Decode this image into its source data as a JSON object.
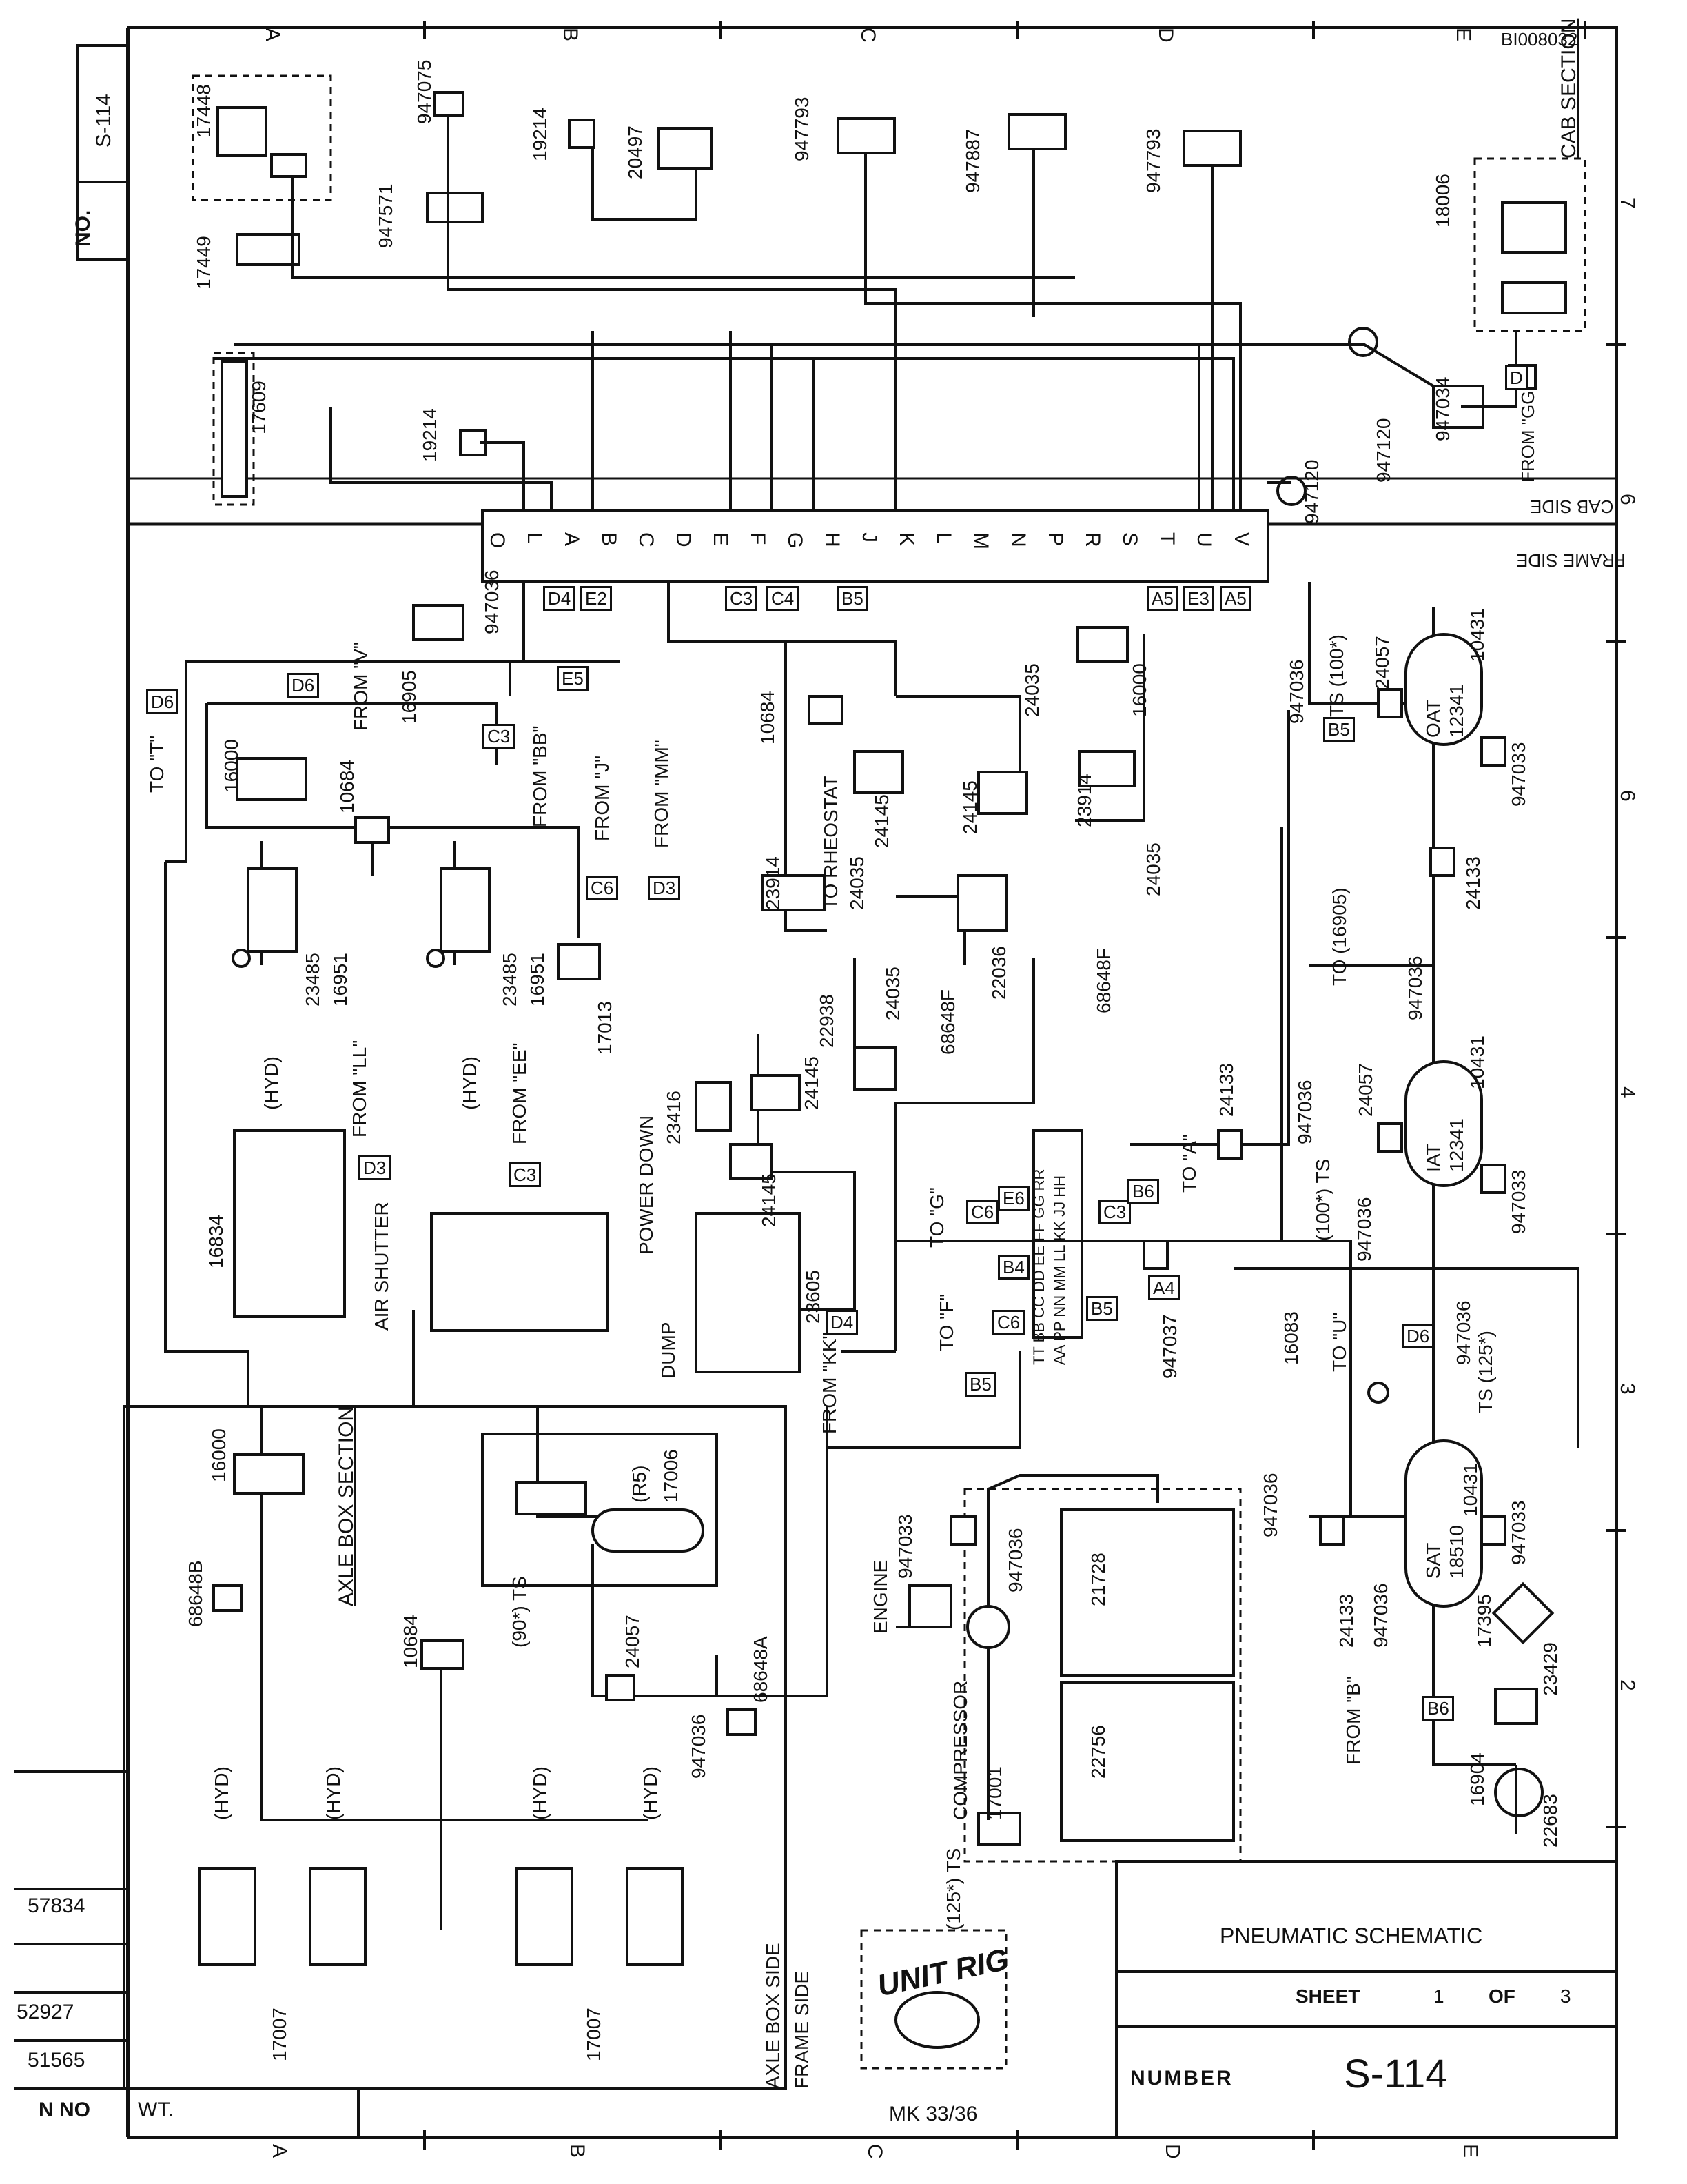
{
  "doc_code": "BI008032",
  "drawing_no_label": "NO.",
  "drawing_no": "S-114",
  "column_letters": [
    "A",
    "B",
    "C",
    "D",
    "E"
  ],
  "row_numbers": [
    "7",
    "6",
    "5",
    "4",
    "3",
    "2"
  ],
  "section_labels": {
    "cab_section": "CAB SECTION",
    "cab_side": "CAB SIDE",
    "frame_side": "FRAME SIDE",
    "axle_box_section": "AXLE BOX SECTION",
    "axle_box_side": "AXLE BOX SIDE",
    "frame_side_bottom": "FRAME SIDE"
  },
  "manifold_ports": [
    "O",
    "L",
    "A",
    "B",
    "C",
    "D",
    "E",
    "F",
    "G",
    "H",
    "J",
    "K",
    "L",
    "M",
    "N",
    "P",
    "R",
    "S",
    "T",
    "U",
    "V"
  ],
  "manifold_port_refs": [
    "D4",
    "E2",
    "C3",
    "C4",
    "B5",
    "A5",
    "E3",
    "A5"
  ],
  "top_components": [
    "17448",
    "17449",
    "947571",
    "947075",
    "19214",
    "20497",
    "947793",
    "947887",
    "947793",
    "18006"
  ],
  "left_components": [
    "17609",
    "19214",
    "16905",
    "947036",
    "10684",
    "16000",
    "23485",
    "16951",
    "23485",
    "16951",
    "17013",
    "16834",
    "16000",
    "68648B",
    "10684",
    "17007",
    "17007"
  ],
  "center_components": [
    "10684",
    "23914",
    "24145",
    "24035",
    "24145",
    "24035",
    "22036",
    "23914",
    "16000",
    "24035",
    "68648F",
    "22938",
    "24145",
    "23416",
    "24145",
    "23605",
    "17006",
    "24057",
    "947036",
    "68648A"
  ],
  "right_components": [
    "947120",
    "947120",
    "947034",
    "947036",
    "24057",
    "10431",
    "947033",
    "24133",
    "947036",
    "24133",
    "947036",
    "24057",
    "10431",
    "947033",
    "947036",
    "16083",
    "947036",
    "10431",
    "947033",
    "947036",
    "24133",
    "17395",
    "23429",
    "16904",
    "22683",
    "947037"
  ],
  "bottom_components": [
    "947033",
    "947036",
    "21728",
    "22756",
    "17001"
  ],
  "reservoirs": [
    {
      "name": "OAT",
      "part": "12341"
    },
    {
      "name": "IAT",
      "part": "12341"
    },
    {
      "name": "SAT",
      "part": "18510"
    }
  ],
  "labels": {
    "hyd": "(HYD)",
    "from_ll": "FROM \"LL\"",
    "from_ee": "FROM \"EE\"",
    "from_v": "FROM \"V\"",
    "from_bb": "FROM \"BB\"",
    "from_j": "FROM \"J\"",
    "from_mm": "FROM \"MM\"",
    "from_gg": "FROM \"GG\"",
    "from_kk": "FROM \"KK\"",
    "from_b": "FROM \"B\"",
    "to_t": "TO \"T\"",
    "to_g": "TO \"G\"",
    "to_f": "TO \"F\"",
    "to_a": "TO \"A\"",
    "to_u": "TO \"U\"",
    "to_rheostat": "TO RHEOSTAT",
    "to_16905": "TO (16905)",
    "air_shutter": "AIR SHUTTER",
    "power_down": "POWER DOWN",
    "dump": "DUMP",
    "engine": "ENGINE",
    "compressor": "COMPRESSOR",
    "ts_100": "TS (100*)",
    "ts_100b": "(100*) TS",
    "ts_125": "TS (125*)",
    "ts_125b": "(125*) TS",
    "ts_90": "(90*) TS",
    "r5": "(R5)",
    "junction_top": "TT BB CC DD EE FF GG RR",
    "junction_mid": "AA PP NN MM LL KK JJ HH"
  },
  "junction_refs": [
    "E6",
    "C6",
    "B4",
    "C3",
    "B6",
    "C6",
    "B5",
    "A4",
    "B5"
  ],
  "ref_tags": [
    "D6",
    "D6",
    "C3",
    "E5",
    "C6",
    "D3",
    "D3",
    "C3",
    "D4",
    "D4",
    "D6",
    "B6",
    "B5"
  ],
  "logo_text": "UNIT RIG",
  "model": "MK 33/36",
  "title_block": {
    "title": "PNEUMATIC SCHEMATIC",
    "sheet_label": "SHEET",
    "sheet": "1",
    "of_label": "OF",
    "of": "3",
    "number_label": "NUMBER",
    "number": "S-114"
  },
  "revision_block": {
    "rows": [
      "57834",
      "",
      "52927",
      "51565"
    ],
    "col_no": "N NO",
    "col_wt": "WT."
  }
}
